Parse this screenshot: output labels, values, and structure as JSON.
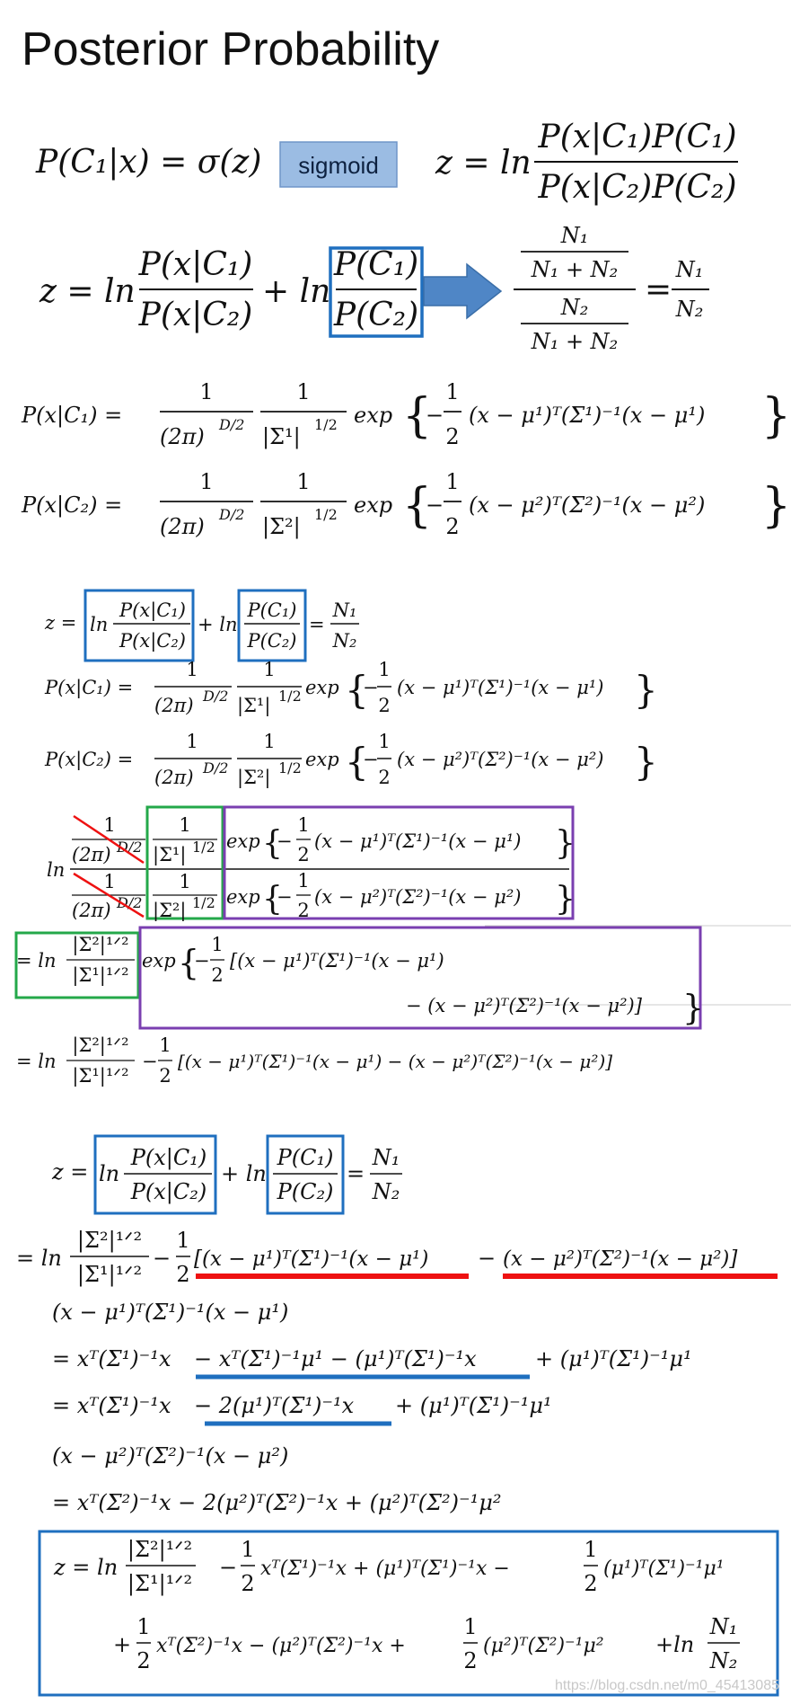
{
  "title": "Posterior Probability",
  "sigmoid_label": "sigmoid",
  "watermark": "https://blog.csdn.net/m0_45413085",
  "part1": {
    "posterior": "P(C₁|x) = σ(z)",
    "z_def": "z = ln",
    "z_def_num": "P(x|C₁)P(C₁)",
    "z_def_den": "P(x|C₂)P(C₂)",
    "z_split_lhs": "z = ln",
    "lik_num": "P(x|C₁)",
    "lik_den": "P(x|C₂)",
    "plus_ln": "+ ln",
    "prior_num": "P(C₁)",
    "prior_den": "P(C₂)",
    "n1": "N₁",
    "n1n2": "N₁ + N₂",
    "n2": "N₂",
    "eq": "=",
    "pdf1_lhs": "P(x|C₁) =",
    "pdf2_lhs": "P(x|C₂) =",
    "one": "1",
    "two_pi": "(2π)",
    "two_pi_exp": "D/2",
    "det1": "|Σ¹|",
    "det2": "|Σ²|",
    "half_exp": "1/2",
    "exp_open": "exp",
    "minus": "−",
    "quad1": "(x − μ¹)ᵀ(Σ¹)⁻¹(x − μ¹)",
    "quad2": "(x − μ²)ᵀ(Σ²)⁻¹(x − μ²)",
    "two": "2"
  },
  "part2": {
    "ln": "ln",
    "eq_ln": "= ln",
    "det2_half": "|Σ²|¹ᐟ²",
    "det1_half": "|Σ¹|¹ᐟ²",
    "bracket_1": "[(x − μ¹)ᵀ(Σ¹)⁻¹(x − μ¹)",
    "bracket_2": "− (x − μ²)ᵀ(Σ²)⁻¹(x − μ²)]",
    "full_line": "[(x − μ¹)ᵀ(Σ¹)⁻¹(x − μ¹) − (x − μ²)ᵀ(Σ²)⁻¹(x − μ²)]"
  },
  "part3": {
    "bracket_a": "[(x − μ¹)ᵀ(Σ¹)⁻¹(x − μ¹)",
    "bracket_mid": "−",
    "bracket_b": "(x − μ²)ᵀ(Σ²)⁻¹(x − μ²)]",
    "exp1_lhs": "(x − μ¹)ᵀ(Σ¹)⁻¹(x − μ¹)",
    "exp1_a": "= xᵀ(Σ¹)⁻¹x",
    "exp1_b": "− xᵀ(Σ¹)⁻¹μ¹ − (μ¹)ᵀ(Σ¹)⁻¹x",
    "exp1_c": "+ (μ¹)ᵀ(Σ¹)⁻¹μ¹",
    "exp2_a": "= xᵀ(Σ¹)⁻¹x",
    "exp2_b": "− 2(μ¹)ᵀ(Σ¹)⁻¹x",
    "exp2_c": "+ (μ¹)ᵀ(Σ¹)⁻¹μ¹",
    "exp3_lhs": "(x − μ²)ᵀ(Σ²)⁻¹(x − μ²)",
    "exp3_rhs": "= xᵀ(Σ²)⁻¹x − 2(μ²)ᵀ(Σ²)⁻¹x + (μ²)ᵀ(Σ²)⁻¹μ²",
    "final_z": "z = ln",
    "final_line1": "xᵀ(Σ¹)⁻¹x + (μ¹)ᵀ(Σ¹)⁻¹x −",
    "final_line1_end": "(μ¹)ᵀ(Σ¹)⁻¹μ¹",
    "final_line2_a": "xᵀ(Σ²)⁻¹x − (μ²)ᵀ(Σ²)⁻¹x +",
    "final_line2_b": "(μ²)ᵀ(Σ²)⁻¹μ²",
    "plus": "+",
    "plus_ln": "+ln"
  }
}
